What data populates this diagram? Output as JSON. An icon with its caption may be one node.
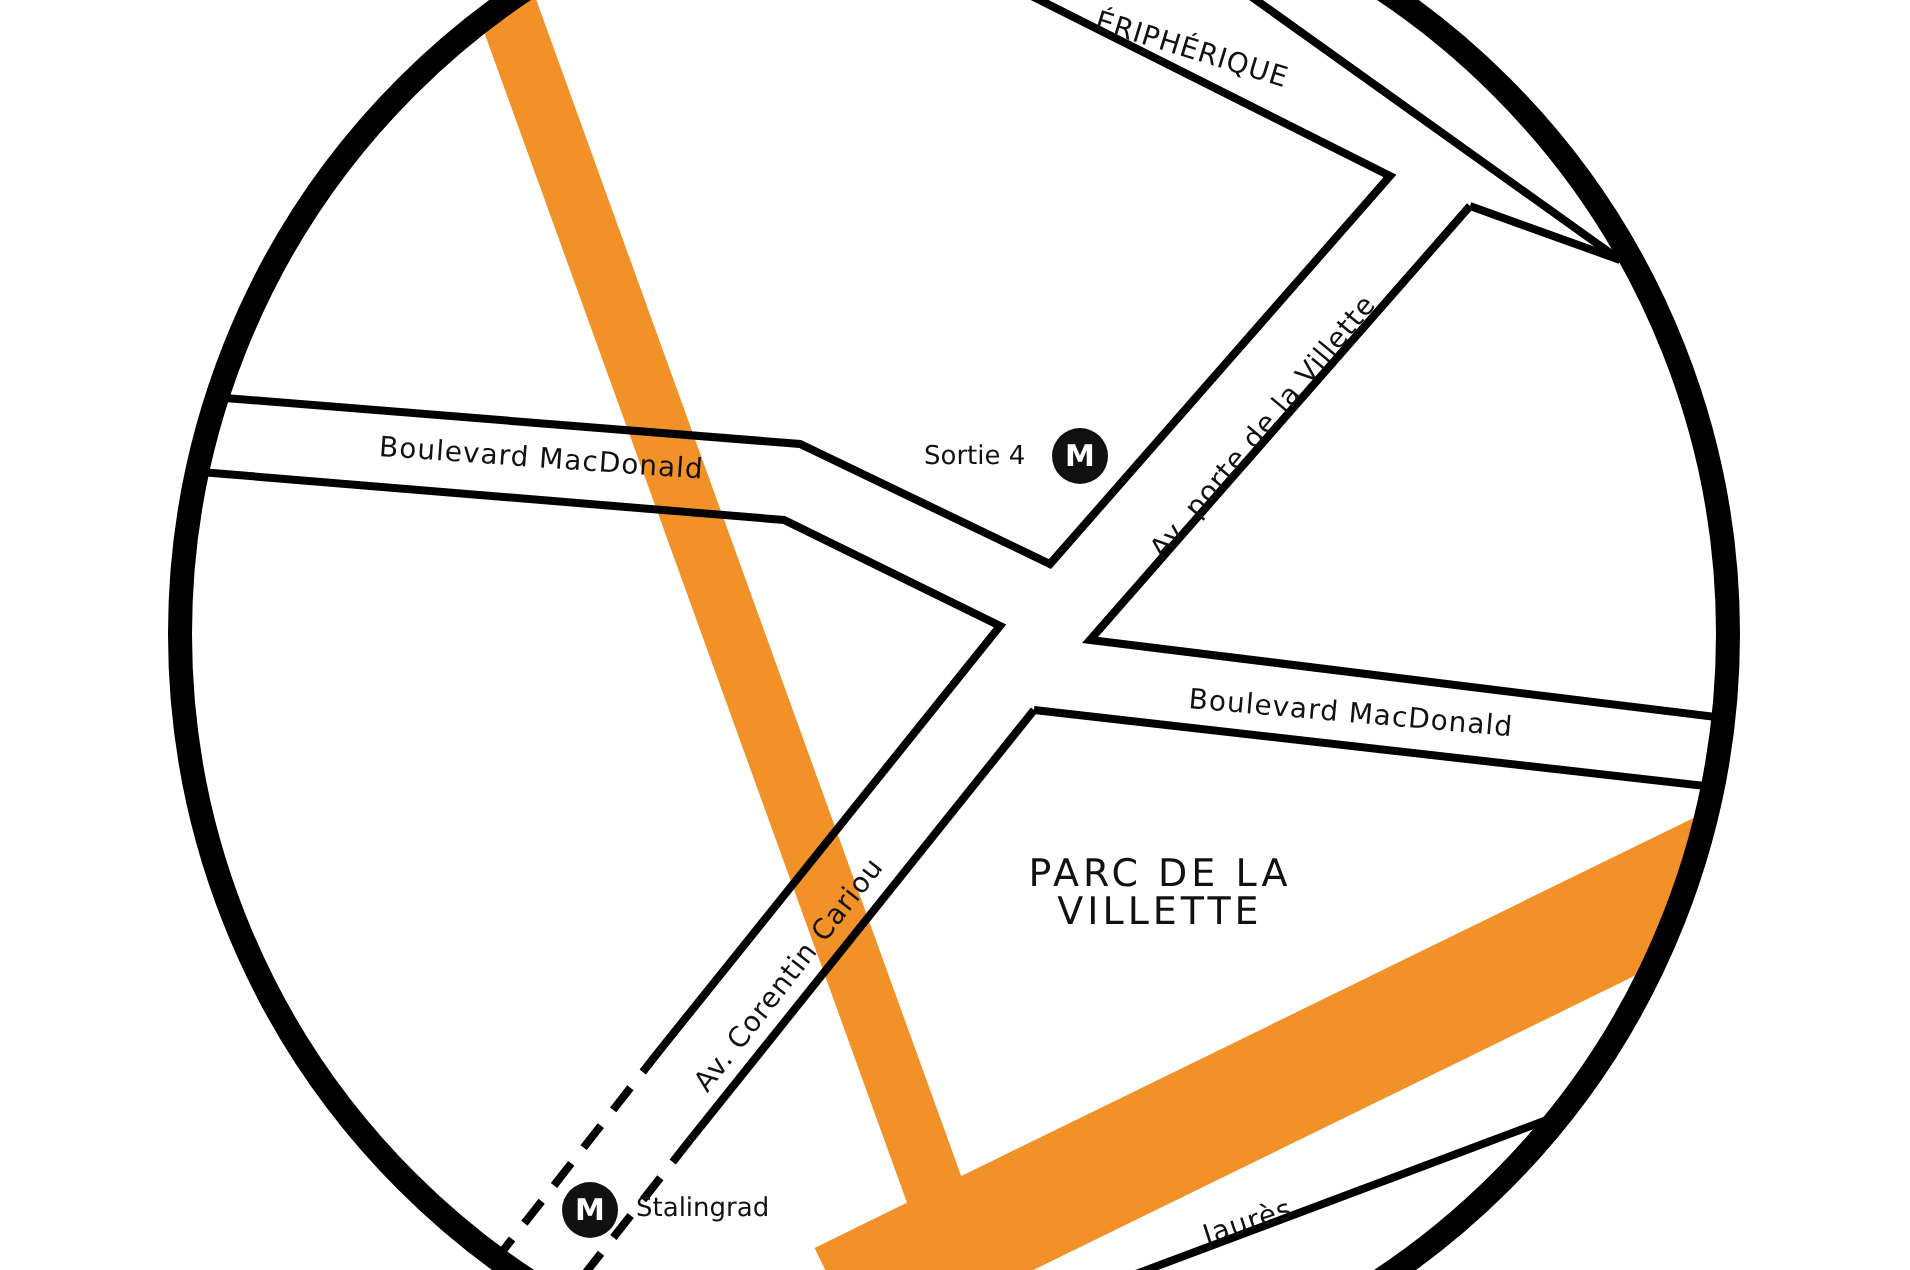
{
  "diagram": {
    "nodes": [
      {
        "text": [
          "M"
        ],
        "beside": [
          "Sortie 4"
        ]
      },
      {
        "text": [
          "M"
        ],
        "beside": [
          "Stalingrad"
        ]
      }
    ],
    "labels": [
      "ÉRIPHÉRIQUE",
      "Boulevard MacDonald",
      "Av. porte de la Villette",
      "Av. Corentin Cariou",
      "Boulevard MacDonald",
      "PARC DE LA VILLETTE",
      "Jaurès"
    ]
  }
}
